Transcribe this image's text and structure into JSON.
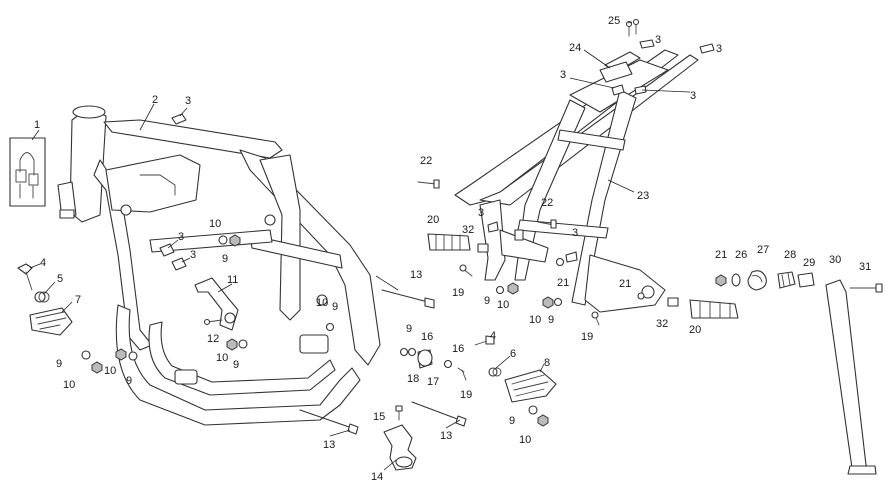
{
  "diagram": {
    "callouts": [
      {
        "id": "c1",
        "text": "1"
      },
      {
        "id": "c2",
        "text": "2"
      },
      {
        "id": "c3a",
        "text": "3"
      },
      {
        "id": "c3b",
        "text": "3"
      },
      {
        "id": "c3c",
        "text": "3"
      },
      {
        "id": "c3d",
        "text": "3"
      },
      {
        "id": "c3e",
        "text": "3"
      },
      {
        "id": "c3f",
        "text": "3"
      },
      {
        "id": "c3g",
        "text": "3"
      },
      {
        "id": "c3h",
        "text": "3"
      },
      {
        "id": "c3i",
        "text": "3"
      },
      {
        "id": "c4a",
        "text": "4"
      },
      {
        "id": "c4b",
        "text": "4"
      },
      {
        "id": "c5",
        "text": "5"
      },
      {
        "id": "c6",
        "text": "6"
      },
      {
        "id": "c7",
        "text": "7"
      },
      {
        "id": "c8",
        "text": "8"
      },
      {
        "id": "c9a",
        "text": "9"
      },
      {
        "id": "c9b",
        "text": "9"
      },
      {
        "id": "c9c",
        "text": "9"
      },
      {
        "id": "c9d",
        "text": "9"
      },
      {
        "id": "c9e",
        "text": "9"
      },
      {
        "id": "c9f",
        "text": "9"
      },
      {
        "id": "c9g",
        "text": "9"
      },
      {
        "id": "c9h",
        "text": "9"
      },
      {
        "id": "c9i",
        "text": "9"
      },
      {
        "id": "c10a",
        "text": "10"
      },
      {
        "id": "c10b",
        "text": "10"
      },
      {
        "id": "c10c",
        "text": "10"
      },
      {
        "id": "c10d",
        "text": "10"
      },
      {
        "id": "c10e",
        "text": "10"
      },
      {
        "id": "c10f",
        "text": "10"
      },
      {
        "id": "c10g",
        "text": "10"
      },
      {
        "id": "c10h",
        "text": "10"
      },
      {
        "id": "c11",
        "text": "11"
      },
      {
        "id": "c12",
        "text": "12"
      },
      {
        "id": "c13a",
        "text": "13"
      },
      {
        "id": "c13b",
        "text": "13"
      },
      {
        "id": "c13c",
        "text": "13"
      },
      {
        "id": "c14",
        "text": "14"
      },
      {
        "id": "c15",
        "text": "15"
      },
      {
        "id": "c16a",
        "text": "16"
      },
      {
        "id": "c16b",
        "text": "16"
      },
      {
        "id": "c17",
        "text": "17"
      },
      {
        "id": "c18",
        "text": "18"
      },
      {
        "id": "c19a",
        "text": "19"
      },
      {
        "id": "c19b",
        "text": "19"
      },
      {
        "id": "c19c",
        "text": "19"
      },
      {
        "id": "c20a",
        "text": "20"
      },
      {
        "id": "c20b",
        "text": "20"
      },
      {
        "id": "c21a",
        "text": "21"
      },
      {
        "id": "c21b",
        "text": "21"
      },
      {
        "id": "c21c",
        "text": "21"
      },
      {
        "id": "c22a",
        "text": "22"
      },
      {
        "id": "c22b",
        "text": "22"
      },
      {
        "id": "c23",
        "text": "23"
      },
      {
        "id": "c24",
        "text": "24"
      },
      {
        "id": "c25",
        "text": "25"
      },
      {
        "id": "c26",
        "text": "26"
      },
      {
        "id": "c27",
        "text": "27"
      },
      {
        "id": "c28",
        "text": "28"
      },
      {
        "id": "c29",
        "text": "29"
      },
      {
        "id": "c30",
        "text": "30"
      },
      {
        "id": "c31",
        "text": "31"
      },
      {
        "id": "c32a",
        "text": "32"
      },
      {
        "id": "c32b",
        "text": "32"
      }
    ]
  }
}
